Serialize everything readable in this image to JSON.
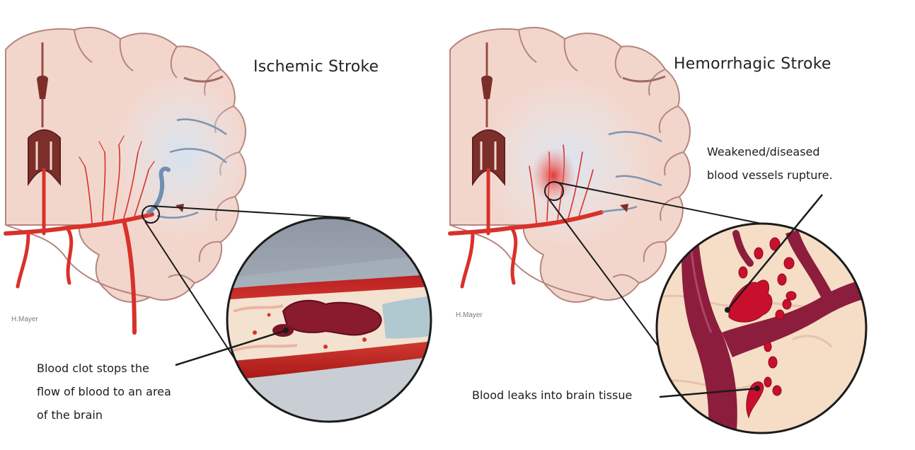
{
  "panels": [
    {
      "title": "Ischemic Stroke",
      "artist_credit": "H.Mayer",
      "callout_lines": [
        "Blood clot stops the",
        "flow of blood to an area",
        "of the brain"
      ]
    },
    {
      "title": "Hemorrhagic Stroke",
      "artist_credit": "H.Mayer",
      "top_callout_lines": [
        "Weakened/diseased",
        "blood vessels rupture."
      ],
      "bottom_callout": "Blood leaks into brain tissue"
    }
  ],
  "colors": {
    "brain_tissue": "#f3d9d0",
    "brain_outline": "#b98a84",
    "ventricle": "#8a3a33",
    "artery": "#d9312b",
    "vein_blue": "#6f8fb3",
    "ischemic_zone": "#dbe6f2",
    "hemorrhage": "#c8102e",
    "vessel_dark": "#8c1d3d",
    "tissue_inset": "#f6ddc6"
  }
}
